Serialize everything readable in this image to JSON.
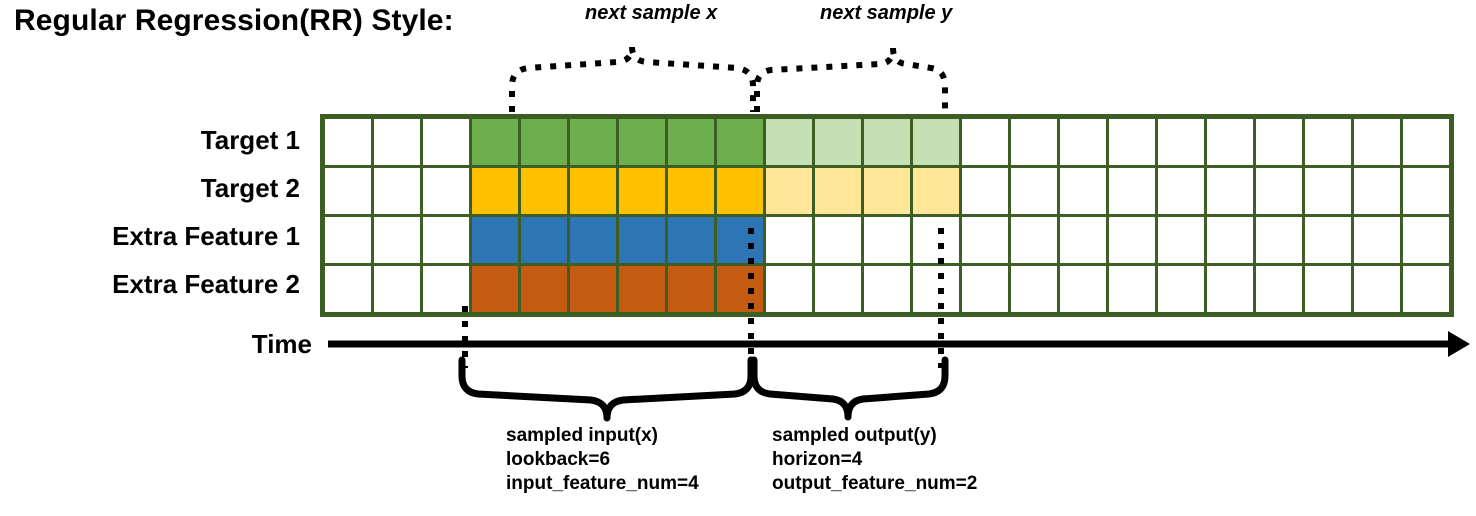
{
  "title": "Regular Regression(RR) Style:",
  "annotations": {
    "next_sample_x": "next sample x",
    "next_sample_y": "next sample y"
  },
  "row_labels": [
    "Target 1",
    "Target 2",
    "Extra Feature 1",
    "Extra Feature 2"
  ],
  "time_axis_label": "Time",
  "colors": {
    "grid_border": "#3d5e22",
    "empty_cell": "#ffffff",
    "target1_input": "#6DAF4D",
    "target1_output": "#C5E0B4",
    "target2_input": "#FFC000",
    "target2_output": "#FFE699",
    "extra1_input": "#2E75B6",
    "extra2_input": "#C55A11",
    "annotation_line": "#000000"
  },
  "grid": {
    "total_columns": 23,
    "total_rows": 4,
    "lead_blank_columns": 3,
    "input_columns": 6,
    "output_columns": 4,
    "trailing_blank_columns": 10,
    "rows": [
      {
        "name": "Target 1",
        "cells": [
          "#ffffff",
          "#ffffff",
          "#ffffff",
          "#6DAF4D",
          "#6DAF4D",
          "#6DAF4D",
          "#6DAF4D",
          "#6DAF4D",
          "#6DAF4D",
          "#C5E0B4",
          "#C5E0B4",
          "#C5E0B4",
          "#C5E0B4",
          "#ffffff",
          "#ffffff",
          "#ffffff",
          "#ffffff",
          "#ffffff",
          "#ffffff",
          "#ffffff",
          "#ffffff",
          "#ffffff",
          "#ffffff"
        ]
      },
      {
        "name": "Target 2",
        "cells": [
          "#ffffff",
          "#ffffff",
          "#ffffff",
          "#FFC000",
          "#FFC000",
          "#FFC000",
          "#FFC000",
          "#FFC000",
          "#FFC000",
          "#FFE699",
          "#FFE699",
          "#FFE699",
          "#FFE699",
          "#ffffff",
          "#ffffff",
          "#ffffff",
          "#ffffff",
          "#ffffff",
          "#ffffff",
          "#ffffff",
          "#ffffff",
          "#ffffff",
          "#ffffff"
        ]
      },
      {
        "name": "Extra Feature 1",
        "cells": [
          "#ffffff",
          "#ffffff",
          "#ffffff",
          "#2E75B6",
          "#2E75B6",
          "#2E75B6",
          "#2E75B6",
          "#2E75B6",
          "#2E75B6",
          "#ffffff",
          "#ffffff",
          "#ffffff",
          "#ffffff",
          "#ffffff",
          "#ffffff",
          "#ffffff",
          "#ffffff",
          "#ffffff",
          "#ffffff",
          "#ffffff",
          "#ffffff",
          "#ffffff",
          "#ffffff"
        ]
      },
      {
        "name": "Extra Feature 2",
        "cells": [
          "#ffffff",
          "#ffffff",
          "#ffffff",
          "#C55A11",
          "#C55A11",
          "#C55A11",
          "#C55A11",
          "#C55A11",
          "#C55A11",
          "#ffffff",
          "#ffffff",
          "#ffffff",
          "#ffffff",
          "#ffffff",
          "#ffffff",
          "#ffffff",
          "#ffffff",
          "#ffffff",
          "#ffffff",
          "#ffffff",
          "#ffffff",
          "#ffffff",
          "#ffffff"
        ]
      }
    ]
  },
  "captions": {
    "input": {
      "line1": "sampled input(x)",
      "line2": "lookback=6",
      "line3": "input_feature_num=4"
    },
    "output": {
      "line1": "sampled output(y)",
      "line2": "horizon=4",
      "line3": "output_feature_num=2"
    }
  }
}
